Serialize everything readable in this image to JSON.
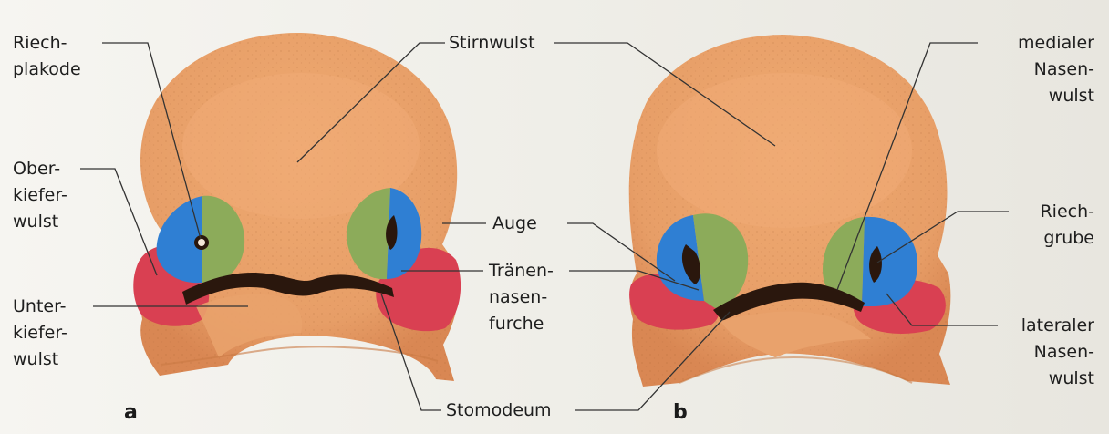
{
  "colors": {
    "paper": "#f2f0ea",
    "skin": "#e9a26c",
    "skin_dark": "#c97a44",
    "nasal_medial_blue": "#2f7fd3",
    "nasal_lateral_green": "#8cab5a",
    "mandible_red": "#d94052",
    "stomodeum_dark": "#2a170d",
    "leader_line": "#333333"
  },
  "panels": {
    "a": {
      "letter": "a"
    },
    "b": {
      "letter": "b"
    }
  },
  "labels": {
    "riechplakode": [
      "Riech-",
      "plakode"
    ],
    "oberkieferwulst": [
      "Ober-",
      "kiefer-",
      "wulst"
    ],
    "unterkieferwulst": [
      "Unter-",
      "kiefer-",
      "wulst"
    ],
    "stirnwulst": [
      "Stirnwulst"
    ],
    "auge": [
      "Auge"
    ],
    "traenennasenfurche": [
      "Tränen-",
      "nasen-",
      "furche"
    ],
    "stomodeum": [
      "Stomodeum"
    ],
    "medialer_nasenwulst": [
      "medialer",
      "Nasen-",
      "wulst"
    ],
    "riechgrube": [
      "Riech-",
      "grube"
    ],
    "lateraler_nasenwulst": [
      "lateraler",
      "Nasen-",
      "wulst"
    ]
  }
}
